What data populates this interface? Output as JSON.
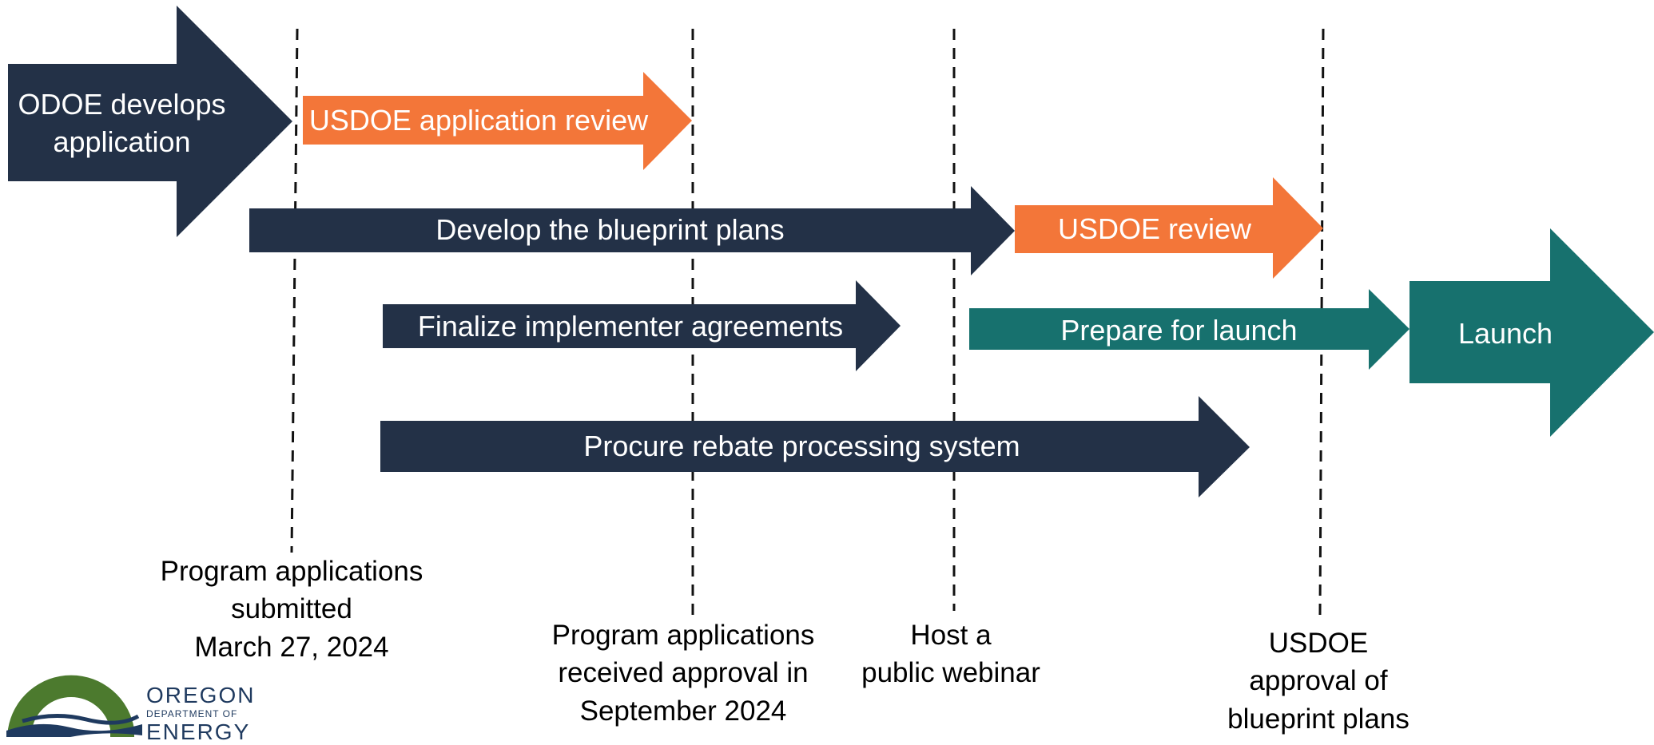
{
  "timeline": {
    "arrows": [
      {
        "id": "odoe-develops",
        "label": "ODOE develops\napplication",
        "color": "#233147"
      },
      {
        "id": "usdoe-application-review",
        "label": "USDOE application review",
        "color": "#F37639"
      },
      {
        "id": "develop-blueprint",
        "label": "Develop the blueprint plans",
        "color": "#233147"
      },
      {
        "id": "usdoe-review",
        "label": "USDOE review",
        "color": "#F37639"
      },
      {
        "id": "finalize-agreements",
        "label": "Finalize implementer agreements",
        "color": "#233147"
      },
      {
        "id": "prepare-launch",
        "label": "Prepare for launch",
        "color": "#17716E"
      },
      {
        "id": "launch",
        "label": "Launch",
        "color": "#17716E"
      },
      {
        "id": "procure-system",
        "label": "Procure rebate processing system",
        "color": "#233147"
      }
    ],
    "milestones": [
      {
        "id": "applications-submitted",
        "label": "Program applications\nsubmitted\nMarch 27, 2024"
      },
      {
        "id": "applications-approved",
        "label": "Program applications\nreceived approval in\nSeptember 2024"
      },
      {
        "id": "public-webinar",
        "label": "Host a\npublic webinar"
      },
      {
        "id": "blueprint-approval",
        "label": "USDOE\napproval of\nblueprint plans"
      }
    ]
  },
  "logo": {
    "line1": "OREGON",
    "line2": "DEPARTMENT OF",
    "line3": "ENERGY"
  },
  "colors": {
    "navy": "#233147",
    "orange": "#F37639",
    "teal": "#17716E",
    "logo_green": "#4C7A2E",
    "logo_navy": "#1F3A5F"
  }
}
